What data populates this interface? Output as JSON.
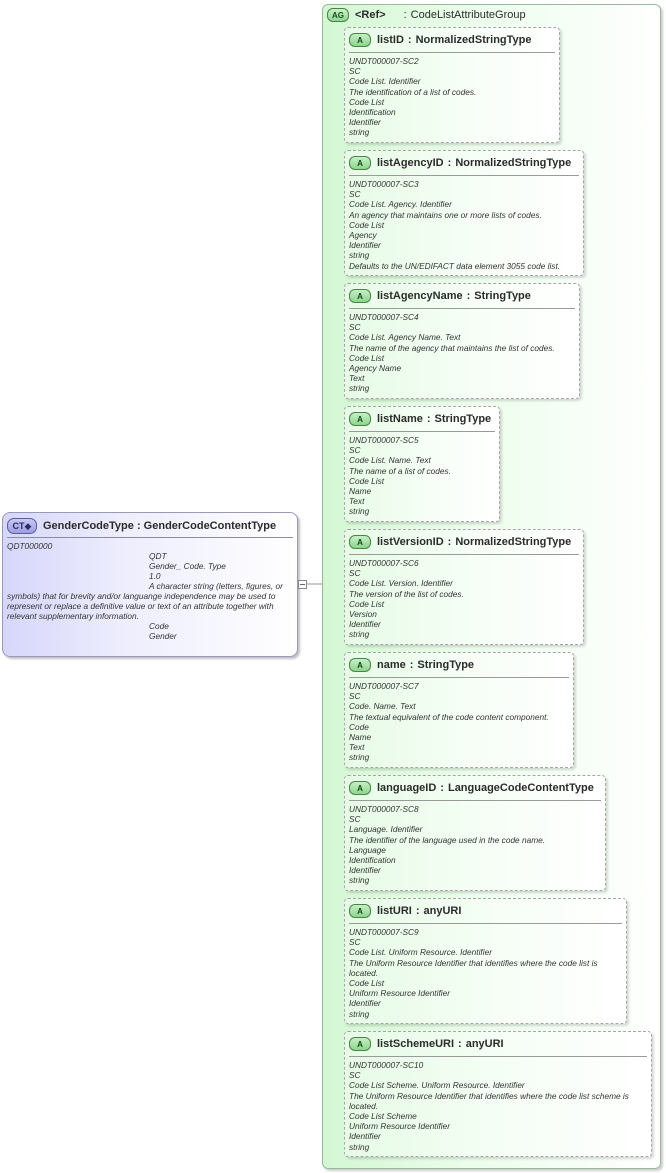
{
  "complex_type": {
    "badge": "CT",
    "name": "GenderCodeType",
    "separator": ":",
    "type": "GenderCodeContentType",
    "details": [
      "QDT000000",
      "QDT",
      "Gender_ Code. Type",
      "1.0",
      "A character string (letters, figures, or symbols) that for brevity and/or languange independence may be used to represent or replace a definitive value or text of an attribute together with relevant supplementary information.",
      "Code",
      "Gender"
    ]
  },
  "attribute_group": {
    "badge": "AG",
    "ref": "<Ref>",
    "separator": ":",
    "name": "CodeListAttributeGroup"
  },
  "attributes": [
    {
      "badge": "A",
      "name": "listID",
      "separator": ":",
      "type": "NormalizedStringType",
      "details": [
        "UNDT000007-SC2",
        "SC",
        "Code List. Identifier",
        "The identification of a list of codes.",
        "Code List",
        "Identification",
        "Identifier",
        "string"
      ]
    },
    {
      "badge": "A",
      "name": "listAgencyID",
      "separator": ":",
      "type": "NormalizedStringType",
      "details": [
        "UNDT000007-SC3",
        "SC",
        "Code List. Agency. Identifier",
        "An agency that maintains one or more lists of codes.",
        "Code List",
        "Agency",
        "Identifier",
        "string",
        "Defaults to the UN/EDIFACT data element 3055 code list."
      ]
    },
    {
      "badge": "A",
      "name": "listAgencyName",
      "separator": ":",
      "type": "StringType",
      "details": [
        "UNDT000007-SC4",
        "SC",
        "Code List. Agency Name. Text",
        "The name of the agency that maintains the list of codes.",
        "Code List",
        "Agency Name",
        "Text",
        "string"
      ]
    },
    {
      "badge": "A",
      "name": "listName",
      "separator": ":",
      "type": "StringType",
      "details": [
        "UNDT000007-SC5",
        "SC",
        "Code List. Name. Text",
        "The name of a list of codes.",
        "Code List",
        "Name",
        "Text",
        "string"
      ]
    },
    {
      "badge": "A",
      "name": "listVersionID",
      "separator": ":",
      "type": "NormalizedStringType",
      "details": [
        "UNDT000007-SC6",
        "SC",
        "Code List. Version. Identifier",
        "The version of the list of codes.",
        "Code List",
        "Version",
        "Identifier",
        "string"
      ]
    },
    {
      "badge": "A",
      "name": "name",
      "separator": ":",
      "type": "StringType",
      "details": [
        "UNDT000007-SC7",
        "SC",
        "Code. Name. Text",
        "The textual equivalent of the code content component.",
        "Code",
        "Name",
        "Text",
        "string"
      ]
    },
    {
      "badge": "A",
      "name": "languageID",
      "separator": ":",
      "type": "LanguageCodeContentType",
      "details": [
        "UNDT000007-SC8",
        "SC",
        "Language. Identifier",
        "The identifier of the language used in the code name.",
        "Language",
        "Identification",
        "Identifier",
        "string"
      ]
    },
    {
      "badge": "A",
      "name": "listURI",
      "separator": ":",
      "type": "anyURI",
      "details": [
        "UNDT000007-SC9",
        "SC",
        "Code List. Uniform Resource. Identifier",
        "The Uniform Resource Identifier that identifies where the code list is located.",
        "Code List",
        "Uniform Resource Identifier",
        "Identifier",
        "string"
      ]
    },
    {
      "badge": "A",
      "name": "listSchemeURI",
      "separator": ":",
      "type": "anyURI",
      "details": [
        "UNDT000007-SC10",
        "SC",
        "Code List Scheme. Uniform Resource. Identifier",
        "The Uniform Resource Identifier that identifies where the code list scheme is located.",
        "Code List Scheme",
        "Uniform Resource Identifier",
        "Identifier",
        "string"
      ]
    }
  ]
}
